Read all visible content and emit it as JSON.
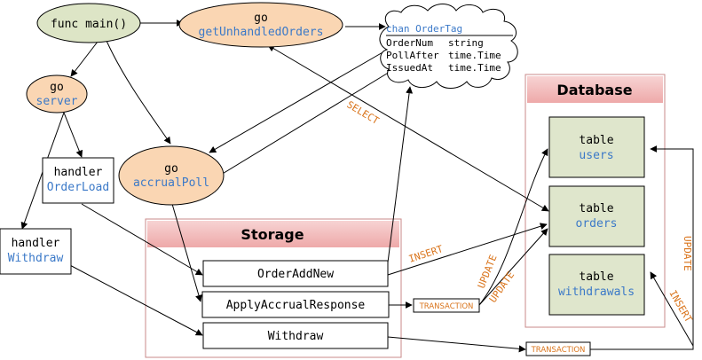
{
  "nodes": {
    "main": {
      "label": "func main()"
    },
    "get_unhandled": {
      "kw": "go",
      "name": "getUnhandledOrders"
    },
    "server": {
      "kw": "go",
      "name": "server"
    },
    "accrual_poll": {
      "kw": "go",
      "name": "accrualPoll"
    },
    "handler_order_load": {
      "kw": "handler",
      "name": "OrderLoad"
    },
    "handler_withdraw": {
      "kw": "handler",
      "name": "Withdraw"
    }
  },
  "chan": {
    "title": "chan OrderTag",
    "fields": [
      {
        "name": "OrderNum",
        "type": "string"
      },
      {
        "name": "PollAfter",
        "type": "time.Time"
      },
      {
        "name": "IssuedAt",
        "type": "time.Time"
      }
    ]
  },
  "storage": {
    "title": "Storage",
    "methods": [
      "OrderAddNew",
      "ApplyAccrualResponse",
      "Withdraw"
    ]
  },
  "database": {
    "title": "Database",
    "tables": [
      {
        "kw": "table",
        "name": "users"
      },
      {
        "kw": "table",
        "name": "orders"
      },
      {
        "kw": "table",
        "name": "withdrawals"
      }
    ]
  },
  "edge_labels": {
    "select": "SELECT",
    "insert1": "INSERT",
    "update1": "UPDATE",
    "update2": "UPDATE",
    "update3": "UPDATE",
    "insert2": "INSERT",
    "transaction1": "TRANSACTION",
    "transaction2": "TRANSACTION"
  },
  "colors": {
    "main_fill": "#dde5c6",
    "go_fill": "#fad6b3",
    "accent_blue": "#3b79c8",
    "label_orange": "#d9731a",
    "panel_header": "#f2c2c2",
    "table_fill": "#dfe6cc"
  }
}
